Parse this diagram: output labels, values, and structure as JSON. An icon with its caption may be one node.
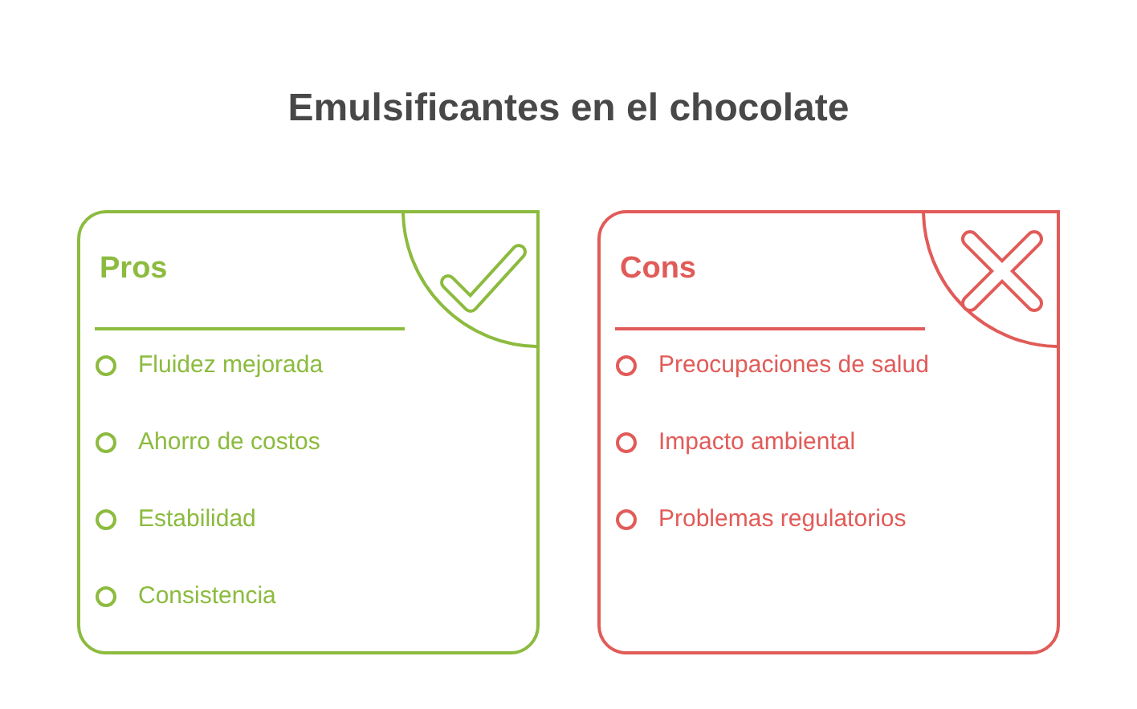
{
  "diagram": {
    "title": "Emulsificantes en el chocolate",
    "nodes": [
      {
        "text": [
          "Pros",
          "Fluidez mejorada",
          "Ahorro de costos",
          "Estabilidad",
          "Consistencia"
        ]
      },
      {
        "text": [
          "Cons",
          "Preocupaciones de salud",
          "Impacto ambiental",
          "Problemas regulatorios"
        ]
      }
    ]
  }
}
